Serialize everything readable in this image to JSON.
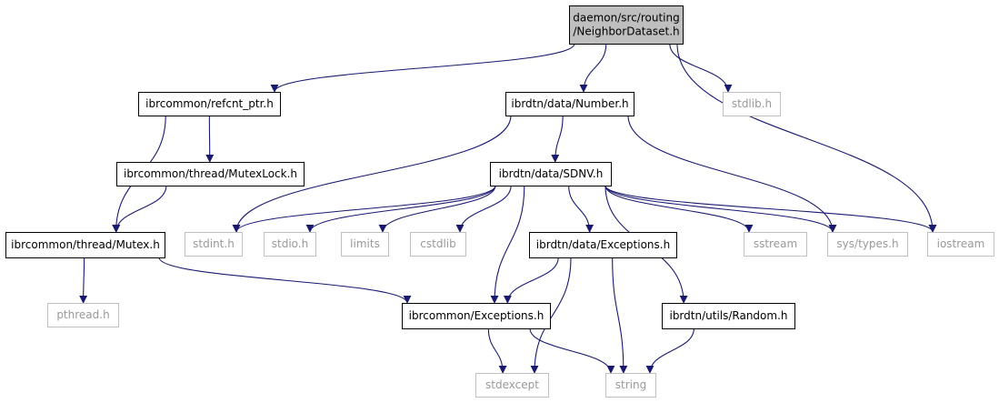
{
  "nodes": [
    {
      "id": "neighbor",
      "lines": [
        "daemon/src/routing",
        "/NeighborDataset.h"
      ],
      "kind": "root"
    },
    {
      "id": "refcnt",
      "lines": [
        "ibrcommon/refcnt_ptr.h"
      ],
      "kind": "normal"
    },
    {
      "id": "number",
      "lines": [
        "ibrdtn/data/Number.h"
      ],
      "kind": "normal"
    },
    {
      "id": "stdlib",
      "lines": [
        "stdlib.h"
      ],
      "kind": "external"
    },
    {
      "id": "mutexlock",
      "lines": [
        "ibrcommon/thread/MutexLock.h"
      ],
      "kind": "normal"
    },
    {
      "id": "sdnv",
      "lines": [
        "ibrdtn/data/SDNV.h"
      ],
      "kind": "normal"
    },
    {
      "id": "mutex",
      "lines": [
        "ibrcommon/thread/Mutex.h"
      ],
      "kind": "normal"
    },
    {
      "id": "stdint",
      "lines": [
        "stdint.h"
      ],
      "kind": "external"
    },
    {
      "id": "stdio",
      "lines": [
        "stdio.h"
      ],
      "kind": "external"
    },
    {
      "id": "limits",
      "lines": [
        "limits"
      ],
      "kind": "external"
    },
    {
      "id": "cstdlib",
      "lines": [
        "cstdlib"
      ],
      "kind": "external"
    },
    {
      "id": "dataexc",
      "lines": [
        "ibrdtn/data/Exceptions.h"
      ],
      "kind": "normal"
    },
    {
      "id": "sstream",
      "lines": [
        "sstream"
      ],
      "kind": "external"
    },
    {
      "id": "systypes",
      "lines": [
        "sys/types.h"
      ],
      "kind": "external"
    },
    {
      "id": "iostream",
      "lines": [
        "iostream"
      ],
      "kind": "external"
    },
    {
      "id": "pthread",
      "lines": [
        "pthread.h"
      ],
      "kind": "external"
    },
    {
      "id": "commonexc",
      "lines": [
        "ibrcommon/Exceptions.h"
      ],
      "kind": "normal"
    },
    {
      "id": "random",
      "lines": [
        "ibrdtn/utils/Random.h"
      ],
      "kind": "normal"
    },
    {
      "id": "stdexcept",
      "lines": [
        "stdexcept"
      ],
      "kind": "external"
    },
    {
      "id": "string",
      "lines": [
        "string"
      ],
      "kind": "external"
    }
  ],
  "edges": [
    {
      "from": "neighbor",
      "to": "refcnt"
    },
    {
      "from": "neighbor",
      "to": "number"
    },
    {
      "from": "neighbor",
      "to": "stdlib"
    },
    {
      "from": "neighbor",
      "to": "iostream"
    },
    {
      "from": "refcnt",
      "to": "mutexlock"
    },
    {
      "from": "refcnt",
      "to": "mutex"
    },
    {
      "from": "mutexlock",
      "to": "mutex"
    },
    {
      "from": "number",
      "to": "sdnv"
    },
    {
      "from": "number",
      "to": "stdint"
    },
    {
      "from": "number",
      "to": "systypes"
    },
    {
      "from": "sdnv",
      "to": "stdint"
    },
    {
      "from": "sdnv",
      "to": "stdio"
    },
    {
      "from": "sdnv",
      "to": "limits"
    },
    {
      "from": "sdnv",
      "to": "cstdlib"
    },
    {
      "from": "sdnv",
      "to": "commonexc"
    },
    {
      "from": "sdnv",
      "to": "dataexc"
    },
    {
      "from": "sdnv",
      "to": "random"
    },
    {
      "from": "sdnv",
      "to": "sstream"
    },
    {
      "from": "sdnv",
      "to": "systypes"
    },
    {
      "from": "sdnv",
      "to": "iostream"
    },
    {
      "from": "mutex",
      "to": "pthread"
    },
    {
      "from": "mutex",
      "to": "commonexc"
    },
    {
      "from": "dataexc",
      "to": "commonexc"
    },
    {
      "from": "dataexc",
      "to": "stdexcept"
    },
    {
      "from": "dataexc",
      "to": "string"
    },
    {
      "from": "commonexc",
      "to": "stdexcept"
    },
    {
      "from": "commonexc",
      "to": "string"
    },
    {
      "from": "random",
      "to": "string"
    }
  ],
  "colors": {
    "edge": "#191970",
    "root_fill": "#bfbfbf",
    "normal_border": "#000000",
    "external_border": "#bfbfbf",
    "external_text": "#999999",
    "normal_text": "#000000"
  }
}
